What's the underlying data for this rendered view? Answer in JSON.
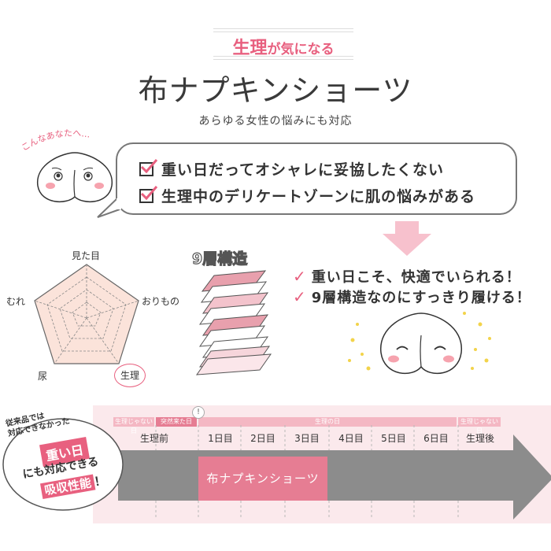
{
  "header": {
    "tag_pink": "生理",
    "tag_rest": "が気になる",
    "title": "布ナプキンショーツ",
    "subtitle": "あらゆる女性の悩みにも対応"
  },
  "intro": {
    "callout": "こんなあなたへ…",
    "concerns": [
      "重い日だってオシャレに妥協したくない",
      "生理中のデリケートゾーンに肌の悩みがある"
    ]
  },
  "radar": {
    "axes": [
      "見た目",
      "おりもの",
      "生理",
      "尿",
      "むれ"
    ]
  },
  "layers": {
    "label": "9層構造",
    "count": 9
  },
  "benefits": [
    "重い日こそ、快適でいられる！",
    "9層構造なのにすっきり履ける！"
  ],
  "timeline": {
    "phases": [
      "生理じゃない日",
      "突然来た日",
      "生理の日",
      "生理じゃない日"
    ],
    "days": [
      "生理前",
      "1日目",
      "2日目",
      "3日目",
      "4日目",
      "5日目",
      "6日目",
      "生理後"
    ],
    "product": "布ナプキンショーツ",
    "marker": "!"
  },
  "promo": {
    "line1": "従来品では",
    "line2": "対応できなかった",
    "highlight": "重い日",
    "line3": "にも対応できる",
    "line4": "吸収性能",
    "line4_end": "！"
  },
  "colors": {
    "accent": "#e8607f",
    "timeline_bg": "#fbe9ec",
    "product_box": "#e67d93",
    "arrow": "#8c8c8c"
  }
}
